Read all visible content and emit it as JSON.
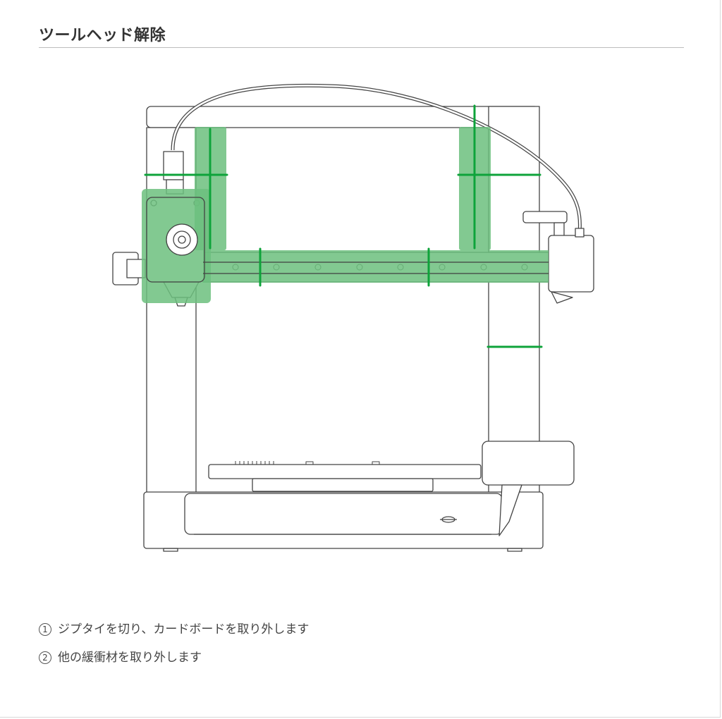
{
  "header": {
    "title": "ツールヘッド解除"
  },
  "colors": {
    "highlight": "#6cc07e",
    "marker": "#0ea33a",
    "line": "#444444"
  },
  "illustration": {
    "subject": "3d-printer-front-view"
  },
  "steps": [
    {
      "number": "1",
      "text": "ジプタイを切り、カードボードを取り外します"
    },
    {
      "number": "2",
      "text": "他の緩衝材を取り外します"
    }
  ]
}
